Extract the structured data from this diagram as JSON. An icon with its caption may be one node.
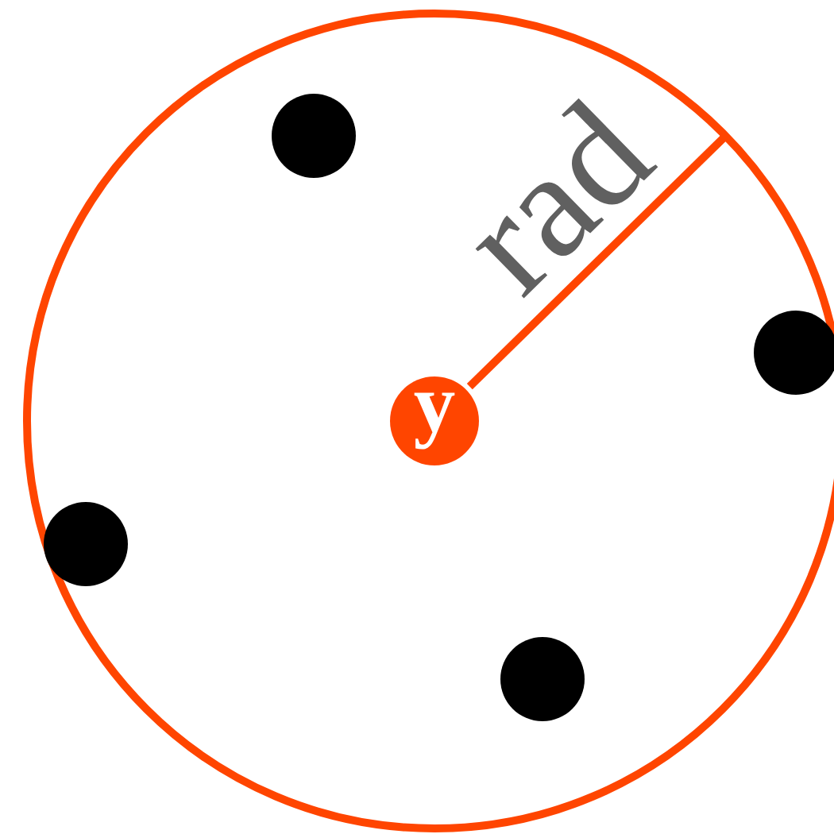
{
  "diagram": {
    "nodes": [
      {
        "text": [],
        "shape": "circle"
      },
      {
        "text": [
          "y"
        ],
        "in": 0
      },
      {
        "text": [],
        "shape": "circle",
        "in": 0
      },
      {
        "text": [],
        "shape": "circle",
        "in": 0
      },
      {
        "text": [],
        "shape": "circle",
        "in": 0
      },
      {
        "text": [],
        "shape": "circle",
        "in": 0
      }
    ],
    "labels": [
      "rad"
    ]
  }
}
